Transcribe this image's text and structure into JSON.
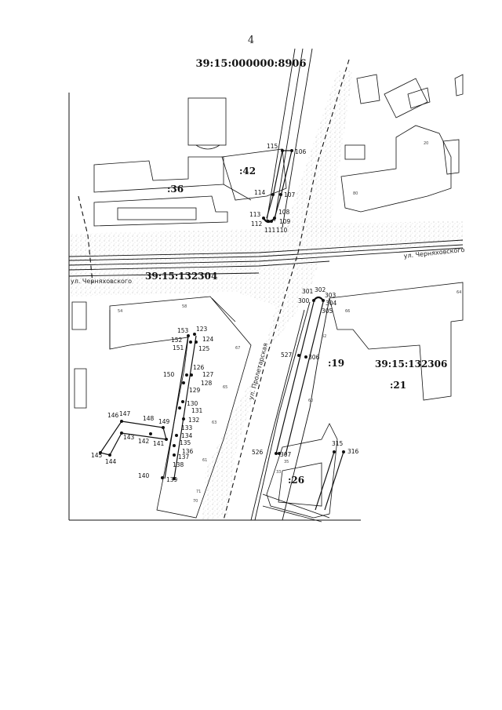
{
  "page": {
    "number": "4",
    "cadastral_title": "39:15:000000:8906"
  },
  "blocks": {
    "b42": ":42",
    "b36": ":36",
    "b19": ":19",
    "b21": ":21",
    "b26": ":26",
    "quarter_left": "39:15:132304",
    "quarter_right": "39:15:132306"
  },
  "streets": {
    "chernyakhovskogo_left": "ул. Черняховского",
    "chernyakhovskogo_right": "ул. Черняховского",
    "proletarskaya": "ул. Пролетарская"
  },
  "building_numbers": [
    "54",
    "58",
    "67",
    "65",
    "63",
    "61",
    "71",
    "70",
    "64",
    "66",
    "60",
    "62",
    "33",
    "35",
    "20",
    "80"
  ],
  "points": {
    "p115": "115",
    "p106": "106",
    "p114": "114",
    "p107": "107",
    "p113": "113",
    "p108": "108",
    "p112": "112",
    "p109": "109",
    "p111": "111",
    "p110": "110",
    "p153": "153",
    "p123": "123",
    "p152": "152",
    "p124": "124",
    "p151": "151",
    "p125": "125",
    "p150": "150",
    "p126": "126",
    "p127": "127",
    "p128": "128",
    "p129": "129",
    "p130": "130",
    "p131": "131",
    "p146": "146",
    "p147": "147",
    "p148": "148",
    "p149": "149",
    "p132": "132",
    "p133": "133",
    "p143": "143",
    "p142": "142",
    "p141": "141",
    "p134": "134",
    "p135": "135",
    "p136": "136",
    "p145": "145",
    "p144": "144",
    "p137": "137",
    "p138": "138",
    "p140": "140",
    "p139": "139",
    "p301": "301",
    "p302": "302",
    "p303": "303",
    "p300": "300",
    "p304": "304",
    "p305": "305",
    "p527": "527",
    "p306": "306",
    "p526": "526",
    "p307": "307",
    "p315": "315",
    "p316": "316"
  },
  "colors": {
    "line": "#111111",
    "stipple": "#9a9a9a"
  }
}
